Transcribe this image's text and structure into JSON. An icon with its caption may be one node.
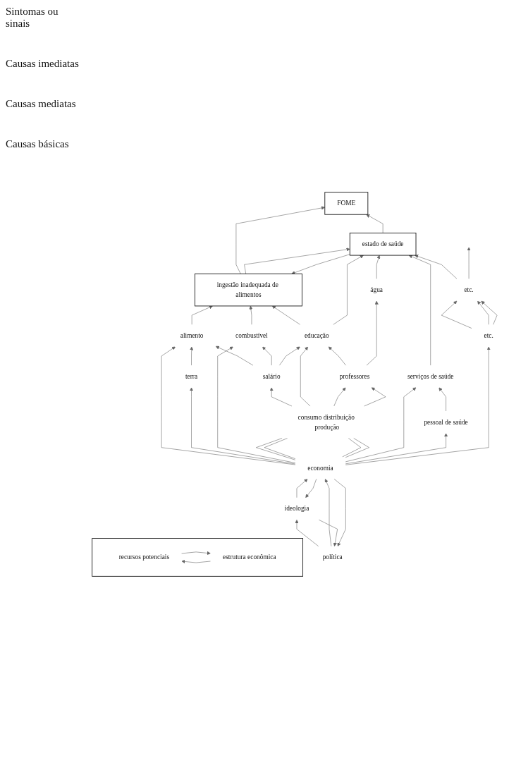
{
  "diagram": {
    "nodes": [
      {
        "text": [
          "FOME"
        ]
      },
      {
        "text": [
          "ingestão inadequada de alimentos"
        ]
      },
      {
        "text": [
          "estado de saúde"
        ]
      },
      {
        "text": [
          "alimento"
        ]
      },
      {
        "text": [
          "combustível"
        ]
      },
      {
        "text": [
          "educação"
        ]
      },
      {
        "text": [
          "água"
        ]
      },
      {
        "text": [
          "serviços de saúde"
        ]
      },
      {
        "text": [
          "etc."
        ]
      },
      {
        "text": [
          "terra"
        ]
      },
      {
        "text": [
          "salário"
        ]
      },
      {
        "text": [
          "professores"
        ]
      },
      {
        "text": [
          "pessoal de saúde"
        ]
      },
      {
        "text": [
          "etc."
        ]
      },
      {
        "text": [
          "consumo distribuição produção"
        ]
      },
      {
        "text": [
          "política"
        ]
      },
      {
        "text": [
          "ideologia"
        ]
      },
      {
        "text": [
          "economia"
        ]
      },
      {
        "text": [],
        "shape": "box"
      },
      {
        "text": [
          "recursos potenciais"
        ],
        "in": 18
      },
      {
        "text": [
          "estrutura econômica"
        ],
        "in": 18
      }
    ],
    "edges": [
      {
        "from": 1,
        "to": 0,
        "arrow": "to"
      },
      {
        "from": 2,
        "to": 0,
        "arrow": "to"
      },
      {
        "from": 1,
        "to": 2,
        "arrow": "to"
      },
      {
        "from": 2,
        "to": 1,
        "arrow": "to"
      },
      {
        "from": 3,
        "to": 1,
        "arrow": "to"
      },
      {
        "from": 4,
        "to": 1,
        "arrow": "to"
      },
      {
        "from": 5,
        "to": 1,
        "arrow": "to"
      },
      {
        "from": 5,
        "to": 2,
        "arrow": "to"
      },
      {
        "from": 6,
        "to": 2,
        "arrow": "to"
      },
      {
        "from": 7,
        "to": 2,
        "arrow": "to"
      },
      {
        "from": 8,
        "to": 2,
        "arrow": "to"
      },
      {
        "from": 8,
        "to": null,
        "arrow": "to"
      },
      {
        "from": 9,
        "to": 3,
        "arrow": "to"
      },
      {
        "from": 10,
        "to": 3,
        "arrow": "to"
      },
      {
        "from": 10,
        "to": 4,
        "arrow": "to"
      },
      {
        "from": 10,
        "to": 5,
        "arrow": "to"
      },
      {
        "from": 11,
        "to": 5,
        "arrow": "to"
      },
      {
        "from": 11,
        "to": 6,
        "arrow": "to"
      },
      {
        "from": 12,
        "to": 7,
        "arrow": "to"
      },
      {
        "from": 13,
        "to": 8,
        "arrow": "to"
      },
      {
        "from": 13,
        "to": 8,
        "arrow": "to"
      },
      {
        "from": 13,
        "to": 8,
        "arrow": "to"
      },
      {
        "from": 14,
        "to": 10,
        "arrow": "to"
      },
      {
        "from": 14,
        "to": 5,
        "arrow": "to"
      },
      {
        "from": 14,
        "to": 11,
        "arrow": "to"
      },
      {
        "from": 14,
        "to": 11,
        "arrow": "to"
      },
      {
        "from": 17,
        "to": 3,
        "arrow": "to"
      },
      {
        "from": 17,
        "to": 9,
        "arrow": "to"
      },
      {
        "from": 17,
        "to": 4,
        "arrow": "to"
      },
      {
        "from": 17,
        "to": 14,
        "arrow": "none"
      },
      {
        "from": 17,
        "to": 14,
        "arrow": "none"
      },
      {
        "from": 17,
        "to": 14,
        "arrow": "none"
      },
      {
        "from": 17,
        "to": 14,
        "arrow": "none"
      },
      {
        "from": 17,
        "to": 7,
        "arrow": "to"
      },
      {
        "from": 17,
        "to": 12,
        "arrow": "to"
      },
      {
        "from": 17,
        "to": 13,
        "arrow": "to"
      },
      {
        "from": 15,
        "to": 16,
        "arrow": "to"
      },
      {
        "from": 16,
        "to": 15,
        "arrow": "to"
      },
      {
        "from": 15,
        "to": 17,
        "arrow": "to"
      },
      {
        "from": 17,
        "to": 15,
        "arrow": "to"
      },
      {
        "from": 17,
        "to": 16,
        "arrow": "to"
      },
      {
        "from": 16,
        "to": 17,
        "arrow": "to"
      },
      {
        "from": 19,
        "to": 20,
        "arrow": "to"
      },
      {
        "from": 20,
        "to": 19,
        "arrow": "to"
      }
    ],
    "labels": [
      "Sintomas ou sinais",
      "Causas imediatas",
      "Causas mediatas",
      "Causas básicas"
    ]
  }
}
